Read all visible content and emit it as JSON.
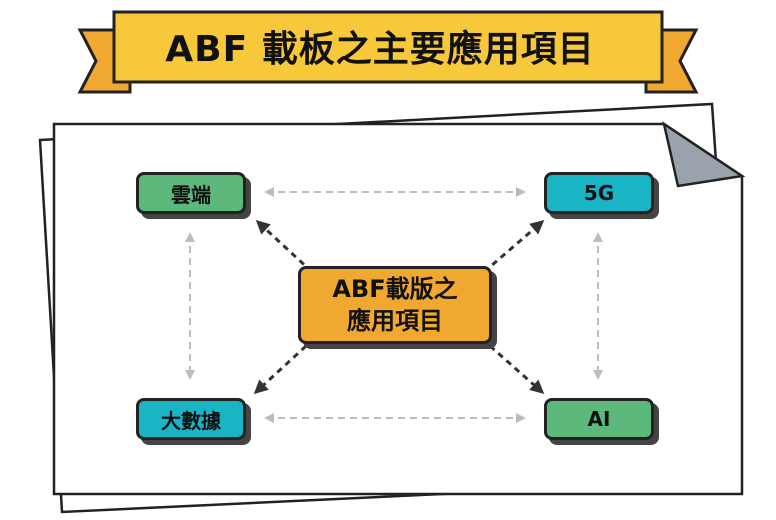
{
  "title": "ABF 載板之主要應用項目",
  "center": {
    "line1": "ABF載版之",
    "line2": "應用項目"
  },
  "nodes": {
    "cloud": "雲端",
    "five_g": "5G",
    "big_data": "大數據",
    "ai": "AI"
  },
  "colors": {
    "banner_yellow": "#f6c83a",
    "banner_ribbon": "#f0a830",
    "center_orange": "#f0a830",
    "green": "#5db87c",
    "teal": "#1ab5c4",
    "page_fold": "#9aa3ad",
    "dashed_gray": "#bcbcbc",
    "dashed_dark": "#333333"
  }
}
